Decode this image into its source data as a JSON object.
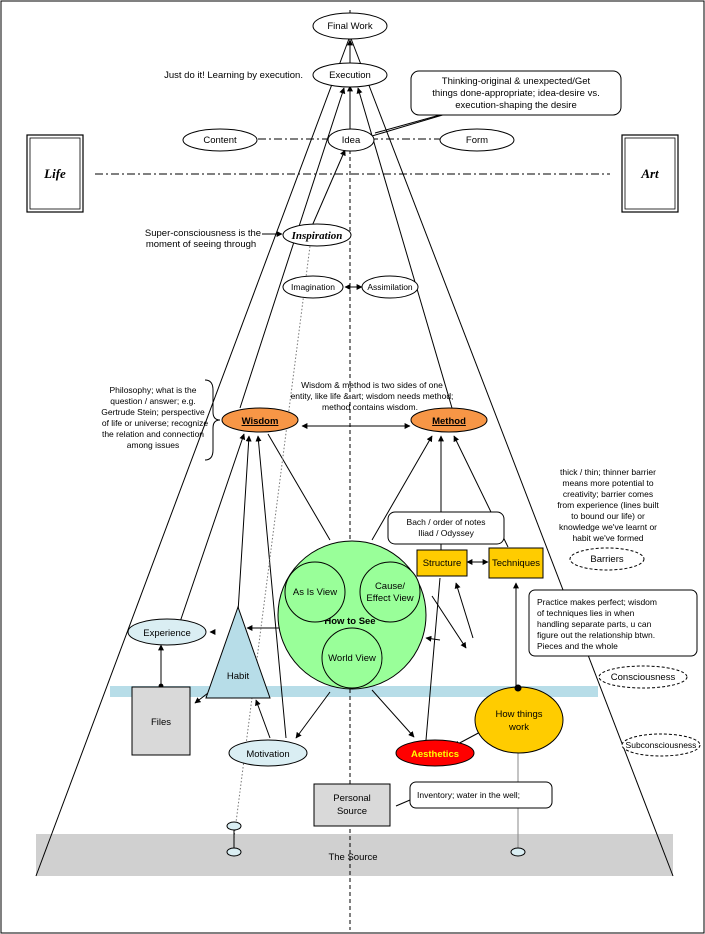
{
  "nodes": {
    "final_work": "Final Work",
    "execution": "Execution",
    "idea": "Idea",
    "content": "Content",
    "form": "Form",
    "life": "Life",
    "art": "Art",
    "inspiration": "Inspiration",
    "imagination": "Imagination",
    "assimilation": "Assimilation",
    "wisdom": "Wisdom",
    "method": "Method",
    "structure": "Structure",
    "techniques": "Techniques",
    "barriers": "Barriers",
    "consciousness": "Consciousness",
    "subconsciousness": "Subconsciousness",
    "experience": "Experience",
    "habit": "Habit",
    "files": "Files",
    "how_to_see": "How to See",
    "as_is_view": "As Is View",
    "cause_effect_1": "Cause/",
    "cause_effect_2": "Effect View",
    "world_view": "World View",
    "motivation": "Motivation",
    "aesthetics": "Aesthetics",
    "how_things_1": "How things",
    "how_things_2": "work",
    "personal_1": "Personal",
    "personal_2": "Source",
    "the_source": "The Source"
  },
  "notes": {
    "just_do_it": "Just do it! Learning by execution.",
    "thinking": [
      "Thinking-original & unexpected/Get",
      "things done-appropriate; idea-desire vs.",
      "execution-shaping the desire"
    ],
    "super_consciousness": [
      "Super-consciousness is the",
      "moment of seeing through"
    ],
    "philosophy": [
      "Philosophy; what is the",
      "question / answer; e.g.",
      "Gertrude Stein; perspective",
      "of life or universe; recognize",
      "the relation and connection",
      "among issues"
    ],
    "wisdom_method": [
      "Wisdom & method is two sides of one",
      "entity, like life & art; wisdom needs method;",
      "method contains wisdom."
    ],
    "thick_thin": [
      "thick / thin; thinner barrier",
      "means more potential to",
      "creativity; barrier comes",
      "from experience (lines built",
      "to bound our life) or",
      "knowledge we've learnt or",
      "habit we've formed"
    ],
    "bach": [
      "Bach / order of notes",
      "Iliad / Odyssey"
    ],
    "practice": [
      "Practice makes perfect; wisdom",
      "of techniques lies in when",
      "handling separate parts, u can",
      "figure out the relationship btwn.",
      "Pieces and the whole"
    ],
    "inventory": "Inventory; water in the well;"
  },
  "colors": {
    "wisdom_fill": "#f79646",
    "method_fill": "#f79646",
    "structure_fill": "#ffcc00",
    "techniques_fill": "#ffcc00",
    "how_to_see_fill": "#99ff99",
    "habit_fill": "#b7dde8",
    "experience_fill": "#daeef3",
    "motivation_fill": "#daeef3",
    "aesthetics_fill": "#ff0000",
    "aesthetics_text": "#ffff00",
    "how_things_fill": "#ffcc00",
    "files_fill": "#d9d9d9",
    "personal_fill": "#d9d9d9",
    "source_band": "#d0d0d0",
    "consciousness_band": "#b7dde8"
  }
}
